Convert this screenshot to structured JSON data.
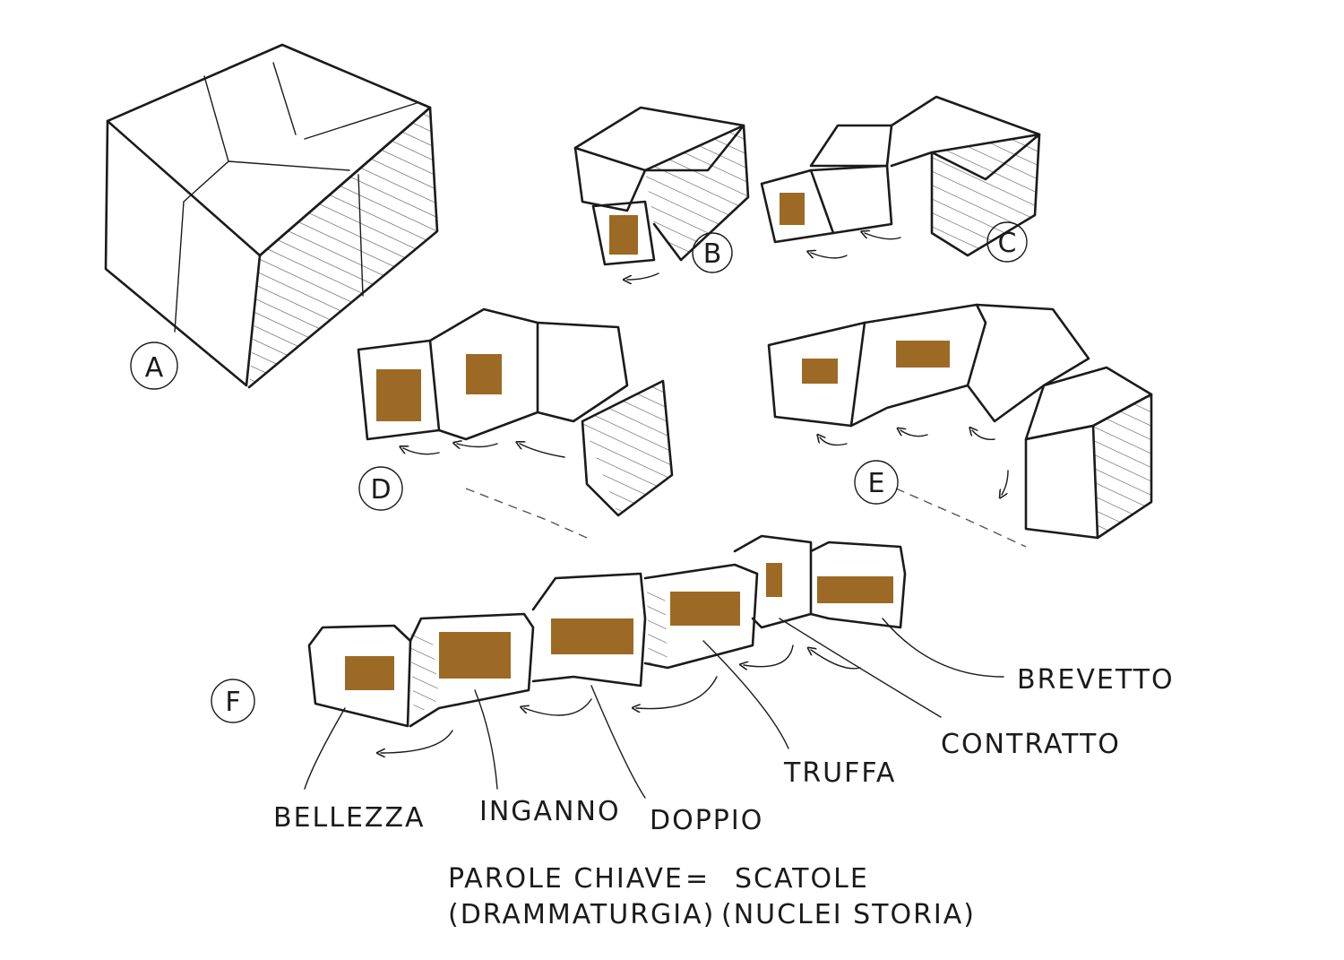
{
  "colors": {
    "ink": "#1c1a1a",
    "ochre": "#9c6a24"
  },
  "variants": {
    "a": "A",
    "b": "B",
    "c": "C",
    "d": "D",
    "e": "E",
    "f": "F"
  },
  "keywords": {
    "bellezza": "BELLEZZA",
    "inganno": "INGANNO",
    "doppio": "DOPPIO",
    "truffa": "TRUFFA",
    "contratto": "CONTRATTO",
    "brevetto": "BREVETTO"
  },
  "caption": {
    "line1_left": "PAROLE CHIAVE",
    "equals": "=",
    "line1_right": "SCATOLE",
    "line2_left": "(DRAMMATURGIA)",
    "line2_right": "(NUCLEI STORIA)"
  }
}
